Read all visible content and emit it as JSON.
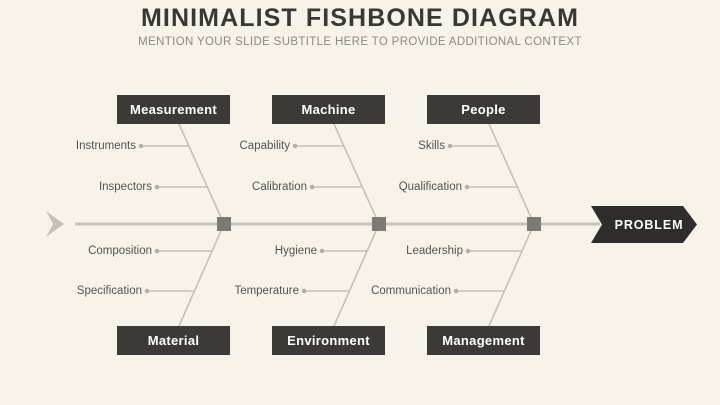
{
  "header": {
    "title": "MINIMALIST FISHBONE DIAGRAM",
    "subtitle": "MENTION YOUR SLIDE SUBTITLE HERE TO PROVIDE ADDITIONAL CONTEXT"
  },
  "colors": {
    "background": "#f7f3ea",
    "box_fill": "#3c3a36",
    "box_text": "#ffffff",
    "title_text": "#3a3835",
    "subtitle_text": "#8d8a83",
    "cause_text": "#55534f",
    "line": "#c6c2b8",
    "node_fill": "#7d7a74",
    "tail_arrow": "#c6c2b8"
  },
  "spine": {
    "effect_label": "PROBLEM",
    "tail_icon": "arrow-right-chevron-icon"
  },
  "categories": {
    "top": [
      {
        "label": "Measurement",
        "causes": [
          "Instruments",
          "Inspectors"
        ]
      },
      {
        "label": "Machine",
        "causes": [
          "Capability",
          "Calibration"
        ]
      },
      {
        "label": "People",
        "causes": [
          "Skills",
          "Qualification"
        ]
      }
    ],
    "bottom": [
      {
        "label": "Material",
        "causes": [
          "Composition",
          "Specification"
        ]
      },
      {
        "label": "Environment",
        "causes": [
          "Hygiene",
          "Temperature"
        ]
      },
      {
        "label": "Management",
        "causes": [
          "Leadership",
          "Communication"
        ]
      }
    ]
  }
}
